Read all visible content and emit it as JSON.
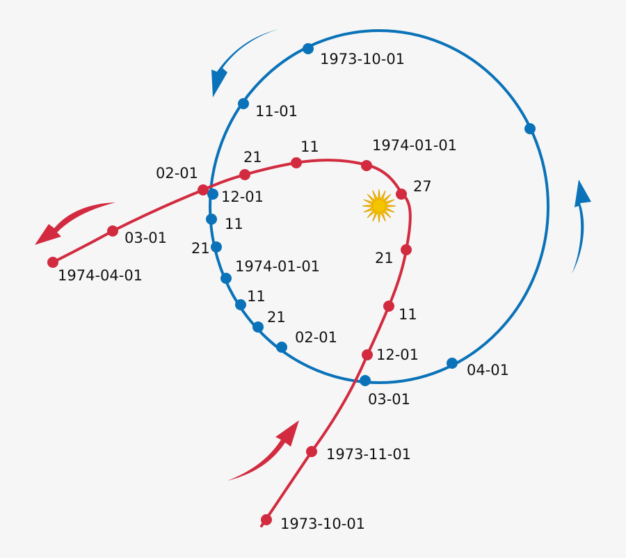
{
  "colors": {
    "earth": "#0a72b8",
    "comet": "#d22b40",
    "sun": "#f5c400",
    "sun_stroke": "#e0a000",
    "background": "#f6f6f6"
  },
  "earth_orbit": {
    "points": [
      {
        "label": "1973-10-01"
      },
      {
        "label": "11-01"
      },
      {
        "label": "12-01"
      },
      {
        "label": "11"
      },
      {
        "label": "21"
      },
      {
        "label": "1974-01-01"
      },
      {
        "label": "11"
      },
      {
        "label": "21"
      },
      {
        "label": "02-01"
      },
      {
        "label": "03-01"
      },
      {
        "label": "04-01"
      },
      {
        "label": ""
      }
    ]
  },
  "comet_path": {
    "points": [
      {
        "label": "1973-10-01"
      },
      {
        "label": "1973-11-01"
      },
      {
        "label": "12-01"
      },
      {
        "label": "11"
      },
      {
        "label": "21"
      },
      {
        "label": "27"
      },
      {
        "label": "1974-01-01"
      },
      {
        "label": "11"
      },
      {
        "label": "21"
      },
      {
        "label": "02-01"
      },
      {
        "label": "03-01"
      },
      {
        "label": "1974-04-01"
      }
    ]
  },
  "sun": {
    "icon": "sun-icon"
  }
}
